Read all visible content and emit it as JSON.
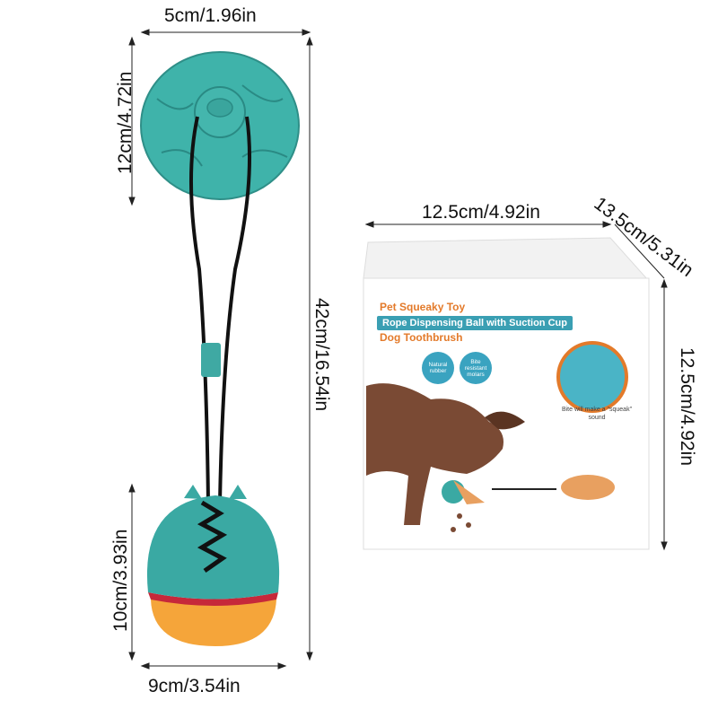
{
  "dimensions": {
    "suction_width": "5cm/1.96in",
    "suction_height": "12cm/4.72in",
    "total_length": "42cm/16.54in",
    "ball_height": "10cm/3.93in",
    "ball_width": "9cm/3.54in",
    "box_width": "12.5cm/4.92in",
    "box_depth": "13.5cm/5.31in",
    "box_height": "12.5cm/4.92in"
  },
  "box": {
    "line1": "Pet Squeaky Toy",
    "line2": "Rope Dispensing Ball with Suction Cup",
    "line3": "Dog Toothbrush",
    "badge1": "Natural rubber",
    "badge2": "Bite resistant molars",
    "squeak_note": "Bite will make a \"squeak\" sound"
  },
  "colors": {
    "teal": "#3aa9a3",
    "orange": "#f5a53a",
    "red_band": "#c6283a",
    "rope": "#111111",
    "box_accent": "#e37a2a",
    "box_blue": "#3a9fb3"
  }
}
